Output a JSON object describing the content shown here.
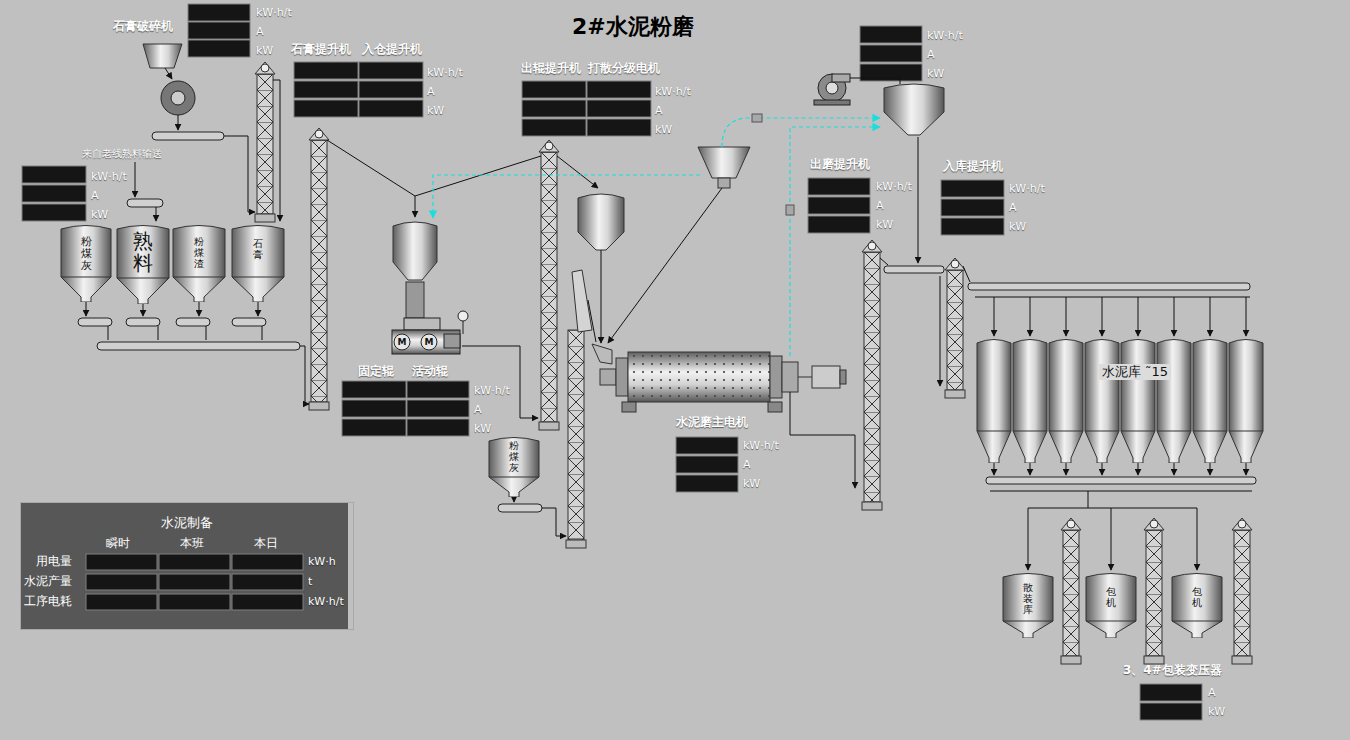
{
  "diagram": {
    "title": "2#水泥粉磨",
    "nodes": [
      {
        "text": [
          "粉煤灰"
        ]
      },
      {
        "text": [
          "熟料"
        ]
      },
      {
        "text": [
          "粉煤渣"
        ]
      },
      {
        "text": [
          "石膏"
        ]
      },
      {
        "text": [
          "粉煤灰"
        ]
      },
      {
        "text": [
          "水泥库 ˜15"
        ]
      },
      {
        "text": [
          "散装库"
        ]
      },
      {
        "text": [
          "包机"
        ]
      },
      {
        "text": [
          "包机"
        ]
      },
      {
        "text": [
          "水泥制备"
        ]
      }
    ],
    "labels": [
      "石膏破碎机",
      "kW·h/t",
      "A",
      "kW",
      "石膏提升机",
      "入仓提升机",
      "kW·h/t",
      "A",
      "kW",
      "出辊提升机",
      "打散分级电机",
      "kW·h/t",
      "A",
      "kW",
      "kW·h/t",
      "A",
      "kW",
      "来自老线熟料输送",
      "kW·h/t",
      "A",
      "kW",
      "固定辊",
      "活动辊",
      "kW·h/t",
      "A",
      "kW",
      "M",
      "M",
      "出磨提升机",
      "kW·h/t",
      "A",
      "kW",
      "入库提升机",
      "kW·h/t",
      "A",
      "kW",
      "水泥磨主电机",
      "kW·h/t",
      "A",
      "kW",
      "3、4#包装变压器",
      "A",
      "kW",
      "瞬时",
      "本班",
      "本日",
      "用电量",
      "水泥产量",
      "工序电耗",
      "kW·h",
      "t",
      "kW·h/t"
    ]
  }
}
